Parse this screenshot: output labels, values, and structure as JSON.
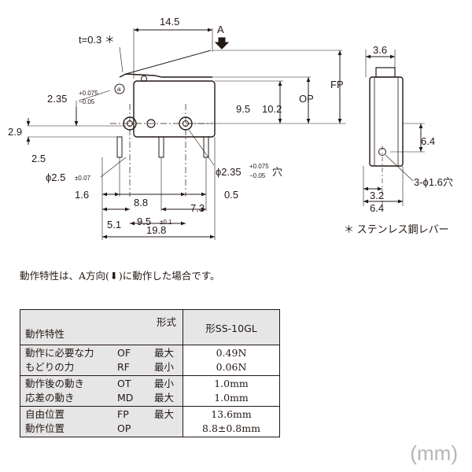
{
  "drawing": {
    "dims": {
      "top_width": "14.5",
      "arrow_label": "A",
      "lever_thickness": "t=0.3 ＊",
      "hole_dim_main": "2.35",
      "hole_dim_tol_upper": "+0.075",
      "hole_dim_tol_lower": "−0.05",
      "dim_2_9": "2.9",
      "dim_2_5": "2.5",
      "phi_2_5": "ϕ2.5",
      "phi_2_5_tol": "±0.07",
      "dim_9_5_vert": "9.5",
      "dim_10_2": "10.2",
      "op_label": "OP",
      "fp_label": "FP",
      "phi_2_35": "ϕ2.35",
      "phi_2_35_tol_upper": "+0.075",
      "phi_2_35_tol_lower": "−0.05",
      "hole_kanji": "穴",
      "dim_1_6": "1.6",
      "dim_8_8": "8.8",
      "dim_0_5": "0.5",
      "dim_7_3": "7.3",
      "dim_5_1": "5.1",
      "dim_9_5_horiz": "9.5",
      "dim_9_5_tol": "±0.1",
      "dim_19_8": "19.8",
      "side_3_6": "3.6",
      "side_6_4_vert": "6.4",
      "side_3_2": "3.2",
      "side_6_4_horiz": "6.4",
      "side_holes": "3-ϕ1.6穴",
      "logo_letter": "a",
      "lever_note": "＊ ステンレス鋼レバー"
    }
  },
  "note": {
    "before": "動作特性は、A方向(",
    "arrow": "⬇",
    "after": ")に動作した場合です。"
  },
  "table": {
    "header_char": "動作特性",
    "header_form": "形式",
    "model": "形SS-10GL",
    "groups": [
      {
        "rows": [
          {
            "name": "動作に必要な力",
            "abbr": "OF",
            "limit": "最大",
            "value": "0.49N"
          },
          {
            "name": "もどりの力",
            "abbr": "RF",
            "limit": "最小",
            "value": "0.06N"
          }
        ]
      },
      {
        "rows": [
          {
            "name": "動作後の動き",
            "abbr": "OT",
            "limit": "最小",
            "value": "1.0mm"
          },
          {
            "name": "応差の動き",
            "abbr": "MD",
            "limit": "最大",
            "value": "1.0mm"
          }
        ]
      },
      {
        "rows": [
          {
            "name": "自由位置",
            "abbr": "FP",
            "limit": "最大",
            "value": "13.6mm"
          },
          {
            "name": "動作位置",
            "abbr": "OP",
            "limit": "",
            "value": "8.8±0.8mm"
          }
        ]
      }
    ]
  },
  "unit_label": "(mm)"
}
